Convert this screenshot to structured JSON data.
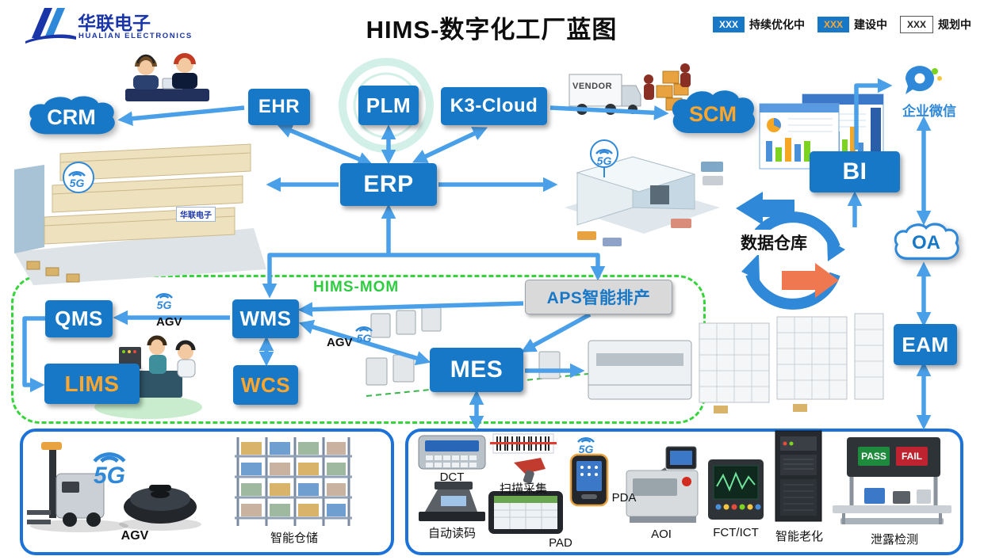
{
  "logo": {
    "brand": "华联电子",
    "subtitle": "HUALIAN ELECTRONICS"
  },
  "title": "HIMS-数字化工厂蓝图",
  "legend": [
    {
      "sample": "XXX",
      "label": "持续优化中"
    },
    {
      "sample": "XXX",
      "label": "建设中"
    },
    {
      "sample": "XXX",
      "label": "规划中"
    }
  ],
  "systems": {
    "crm": "CRM",
    "ehr": "EHR",
    "plm": "PLM",
    "k3_cloud": "K3-Cloud",
    "erp": "ERP",
    "scm": "SCM",
    "bi": "BI",
    "oa": "OA",
    "eam": "EAM",
    "qms": "QMS",
    "wms": "WMS",
    "lims": "LIMS",
    "wcs": "WCS",
    "mes": "MES",
    "aps": "APS智能排产"
  },
  "labels": {
    "hims_mom": "HIMS-MOM",
    "data_warehouse": "数据仓库",
    "wechat_work": "企业微信",
    "agv": "AGV",
    "five_g": "5G",
    "vendor": "VENDOR",
    "pass": "PASS",
    "fail": "FAIL"
  },
  "bottom_left": {
    "items": [
      "AGV",
      "智能仓储"
    ]
  },
  "bottom_right": {
    "items": [
      "DCT",
      "扫描采集",
      "PDA",
      "自动读码",
      "PAD",
      "AOI",
      "FCT/ICT",
      "智能老化",
      "泄露检测"
    ]
  },
  "colors": {
    "system_box_blue": "#1878c8",
    "under_construction_orange": "#ffa62b",
    "arrow_blue": "#4aa0e8",
    "mom_border_green": "#35d43a",
    "panel_border_blue": "#1b72d8"
  }
}
